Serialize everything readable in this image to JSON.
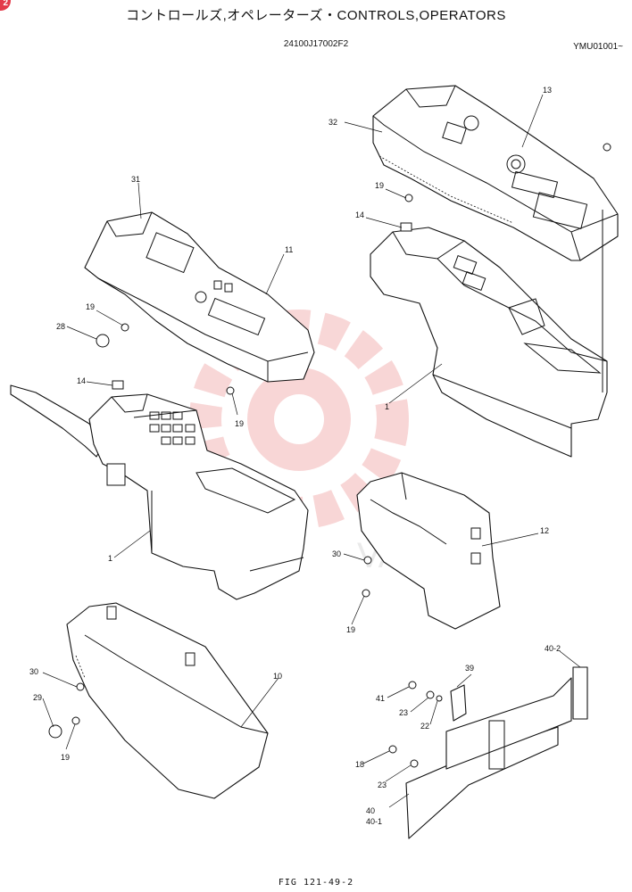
{
  "header": {
    "title": "コントロールズ,オペレーターズ・CONTROLS,OPERATORS",
    "part_number": "24100J17002F2",
    "serial": "YMU01001~"
  },
  "badge": {
    "text": "2",
    "color": "#e33a4a"
  },
  "watermark": {
    "text": "VATEX",
    "color": "#f3b6b6"
  },
  "callouts": {
    "c32": "32",
    "c13": "13",
    "c31": "31",
    "c11": "11",
    "c19a": "19",
    "c14a": "14",
    "c19b": "19",
    "c28": "28",
    "c14b": "14",
    "c19c": "19",
    "c1a": "1",
    "c1b": "1",
    "c30a": "30",
    "c12": "12",
    "c19d": "19",
    "c10": "10",
    "c30b": "30",
    "c29": "29",
    "c19e": "19",
    "c40_2": "40-2",
    "c39": "39",
    "c41": "41",
    "c23a": "23",
    "c22": "22",
    "c18": "18",
    "c23b": "23",
    "c40": "40",
    "c40_1": "40-1"
  },
  "footer": {
    "caption": "FIG 121-49-2"
  }
}
